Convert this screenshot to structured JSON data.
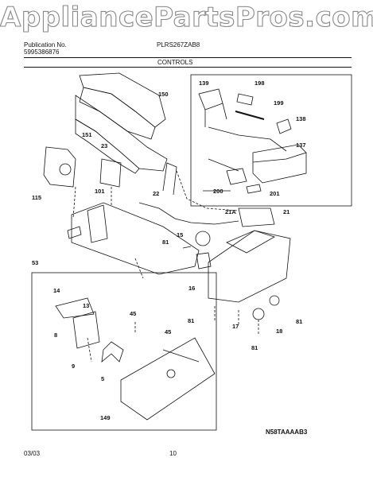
{
  "watermark": "AppliancePartsPros.com",
  "header": {
    "publication_label": "Publication No.",
    "publication_number": "5995386876",
    "model": "PLRS267ZAB8",
    "section_title": "CONTROLS"
  },
  "diagram_code": "N58TAAAAB3",
  "footer": {
    "date": "03/03",
    "page": "10"
  },
  "part_labels": [
    "150",
    "151",
    "139",
    "198",
    "199",
    "138",
    "137",
    "200",
    "201",
    "23",
    "115",
    "101",
    "22",
    "21A",
    "21",
    "15",
    "81",
    "53",
    "16",
    "17",
    "18",
    "81",
    "14",
    "13",
    "45",
    "45",
    "8",
    "9",
    "5",
    "149",
    "81",
    "81"
  ]
}
